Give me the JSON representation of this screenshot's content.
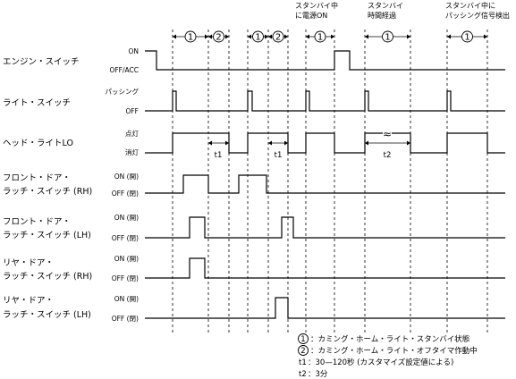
{
  "top_annotations": [
    {
      "lines": [
        "スタンバイ中",
        "に電源ON"
      ]
    },
    {
      "lines": [
        "スタンバイ",
        "時間経過"
      ]
    },
    {
      "lines": [
        "スタンバイ中に",
        "パッシング信号検出"
      ]
    }
  ],
  "signals": [
    {
      "name_lines": [
        "エンジン・スイッチ"
      ],
      "on_state": "ON",
      "off_state": "OFF/ACC"
    },
    {
      "name_lines": [
        "ライト・スイッチ"
      ],
      "on_state": "パッシング",
      "off_state": "OFF"
    },
    {
      "name_lines": [
        "ヘッド・ライトLO"
      ],
      "on_state": "点灯",
      "off_state": "消灯"
    },
    {
      "name_lines": [
        "フロント・ドア・",
        "ラッチ・スイッチ (RH)"
      ],
      "on_state": "ON (開)",
      "off_state": "OFF (閉)"
    },
    {
      "name_lines": [
        "フロント・ドア・",
        "ラッチ・スイッチ (LH)"
      ],
      "on_state": "ON (開)",
      "off_state": "OFF (閉)"
    },
    {
      "name_lines": [
        "リヤ・ドア・",
        "ラッチ・スイッチ (RH)"
      ],
      "on_state": "ON (開)",
      "off_state": "OFF (閉)"
    },
    {
      "name_lines": [
        "リヤ・ドア・",
        "ラッチ・スイッチ (LH)"
      ],
      "on_state": "ON (開)",
      "off_state": "OFF (閉)"
    }
  ],
  "segments": [
    "1",
    "2",
    "1",
    "2",
    "1",
    "1",
    "1"
  ],
  "time_labels": [
    "t1",
    "t1",
    "t2"
  ],
  "break_mark": "≈",
  "legend": [
    {
      "marker": "1",
      "text": "：カミング・ホーム・ライト・スタンバイ状態"
    },
    {
      "marker": "2",
      "text": "：カミング・ホーム・ライト・オフタイマ作動中"
    },
    {
      "marker": "t1",
      "text": "：30—120秒 (カスタマイズ設定値による)"
    },
    {
      "marker": "t2",
      "text": "：3分"
    }
  ]
}
